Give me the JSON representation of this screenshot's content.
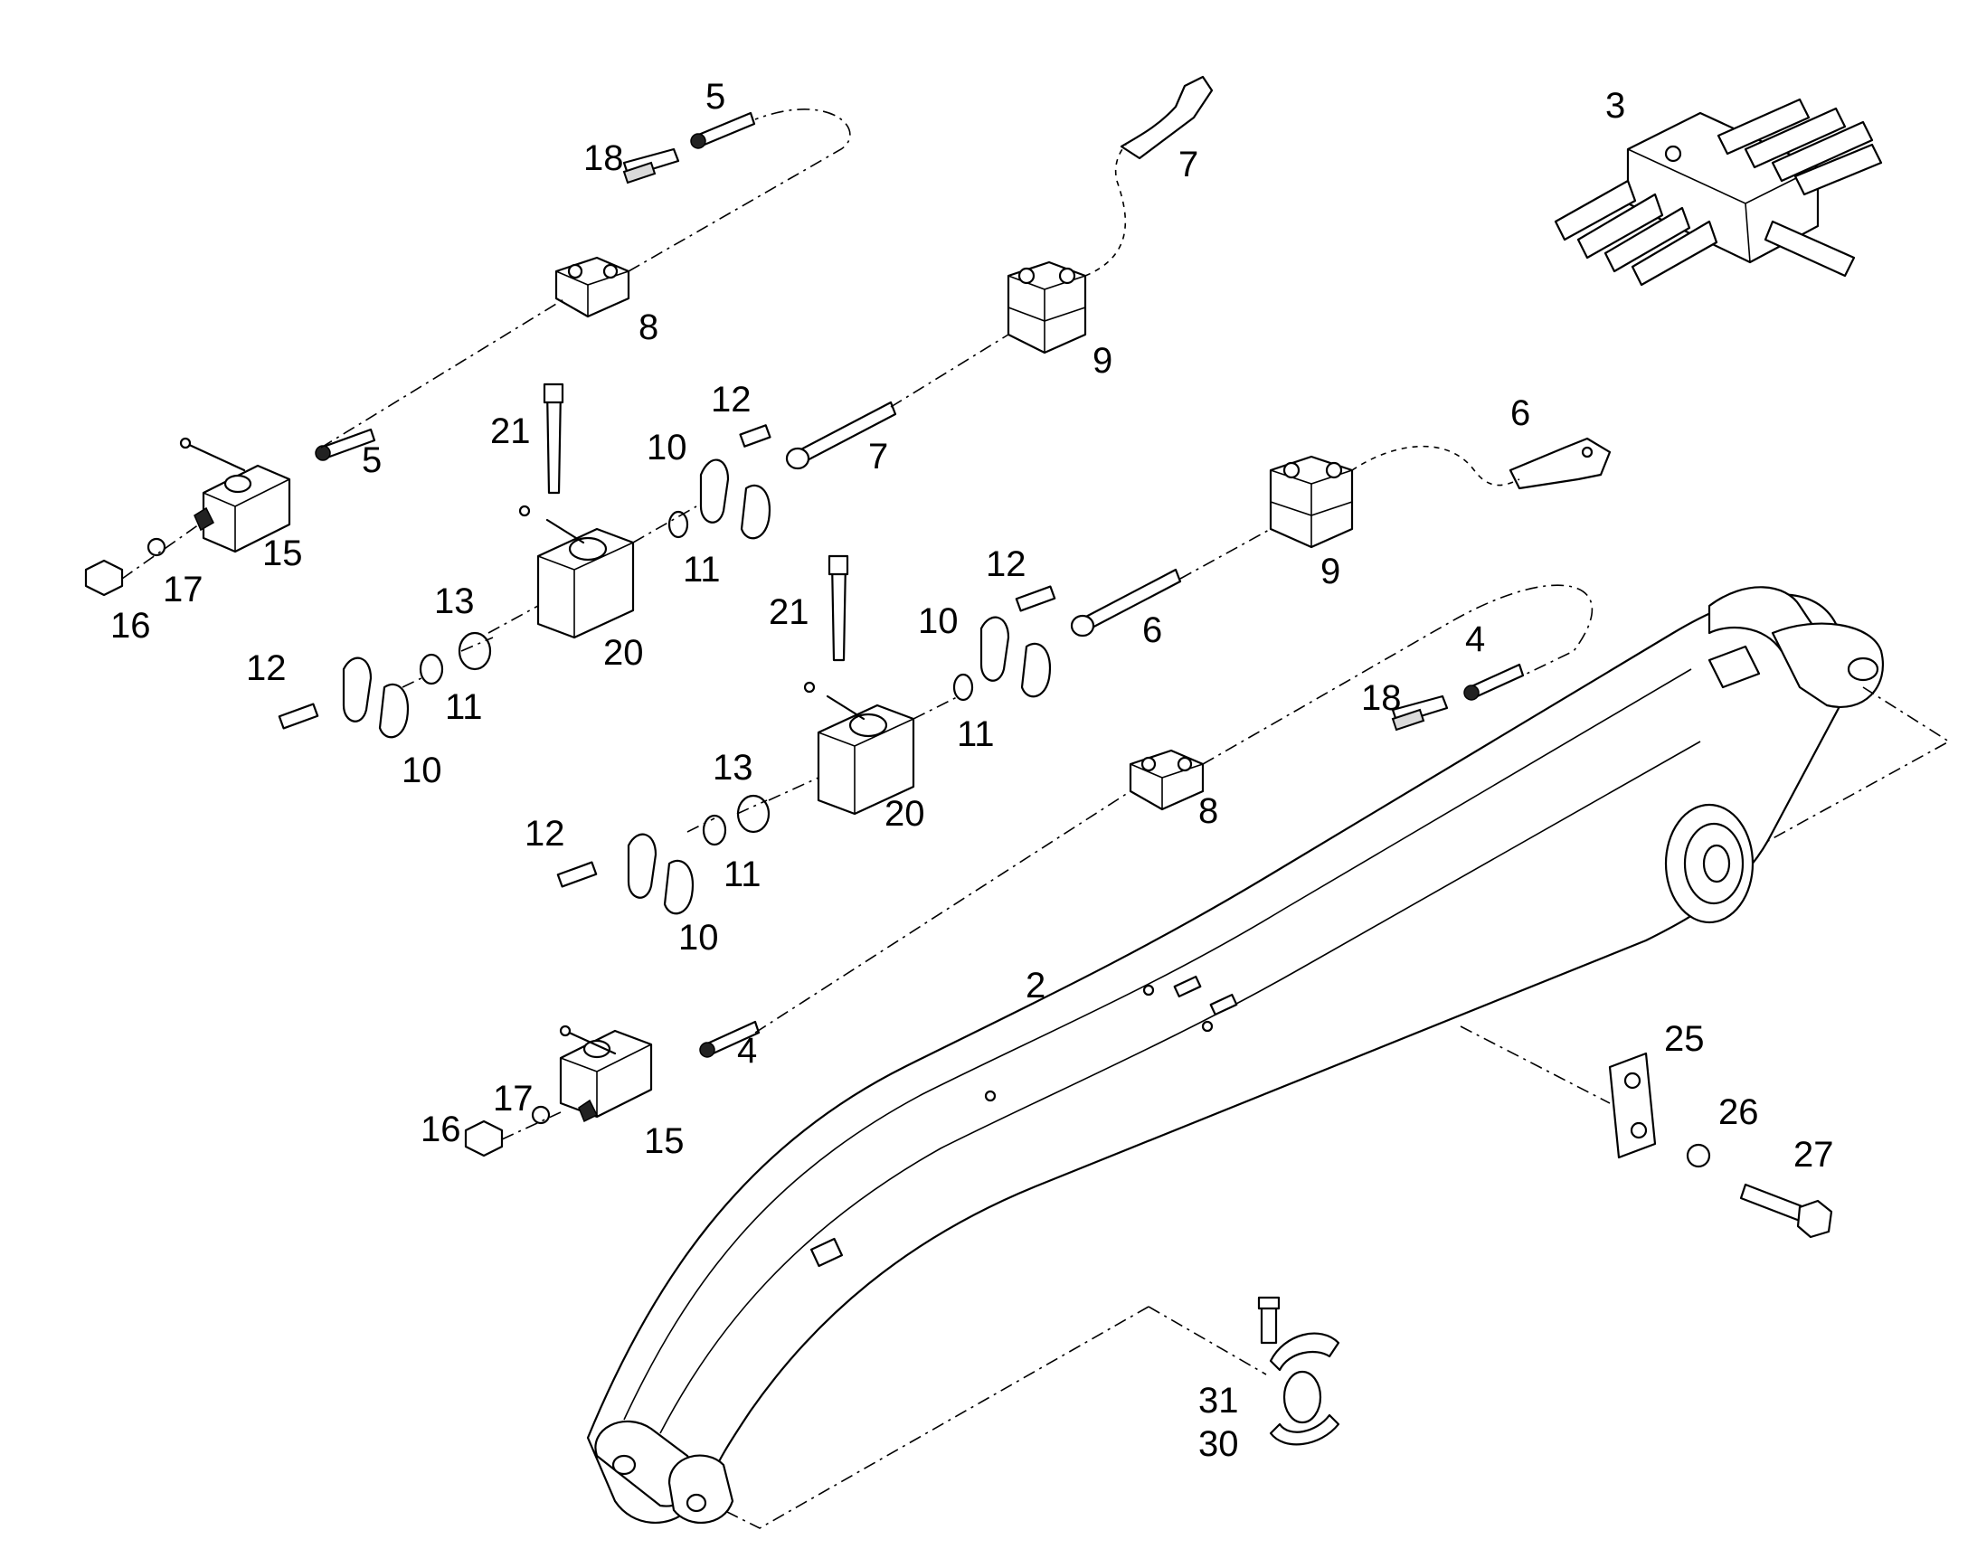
{
  "diagram": {
    "callouts": {
      "boom": "2",
      "valve_block": "3",
      "pipe_4_upper": "4",
      "pipe_4_lower": "4",
      "pipe_5_upper": "5",
      "pipe_5_lower": "5",
      "pipe_6_upper": "6",
      "pipe_6_lower": "6",
      "pipe_7_upper": "7",
      "pipe_7_lower": "7",
      "clamp_8_upper": "8",
      "clamp_8_lower": "8",
      "clamp_9_upper": "9",
      "clamp_9_lower": "9",
      "flange_10_a": "10",
      "flange_10_b": "10",
      "flange_10_c": "10",
      "flange_10_d": "10",
      "oring_11_a": "11",
      "oring_11_b": "11",
      "oring_11_c": "11",
      "oring_11_d": "11",
      "screw_12_a": "12",
      "screw_12_b": "12",
      "screw_12_c": "12",
      "screw_12_d": "12",
      "ring_13_a": "13",
      "ring_13_b": "13",
      "valve_15_upper": "15",
      "valve_15_lower": "15",
      "nut_16_upper": "16",
      "nut_16_lower": "16",
      "fitting_17_upper": "17",
      "fitting_17_lower": "17",
      "fitting_18_upper": "18",
      "fitting_18_lower": "18",
      "block_20_a": "20",
      "block_20_b": "20",
      "bolt_21_a": "21",
      "bolt_21_b": "21",
      "plate_25": "25",
      "washer_26": "26",
      "bolt_27": "27",
      "seal_30": "30",
      "clamp_31": "31"
    }
  }
}
